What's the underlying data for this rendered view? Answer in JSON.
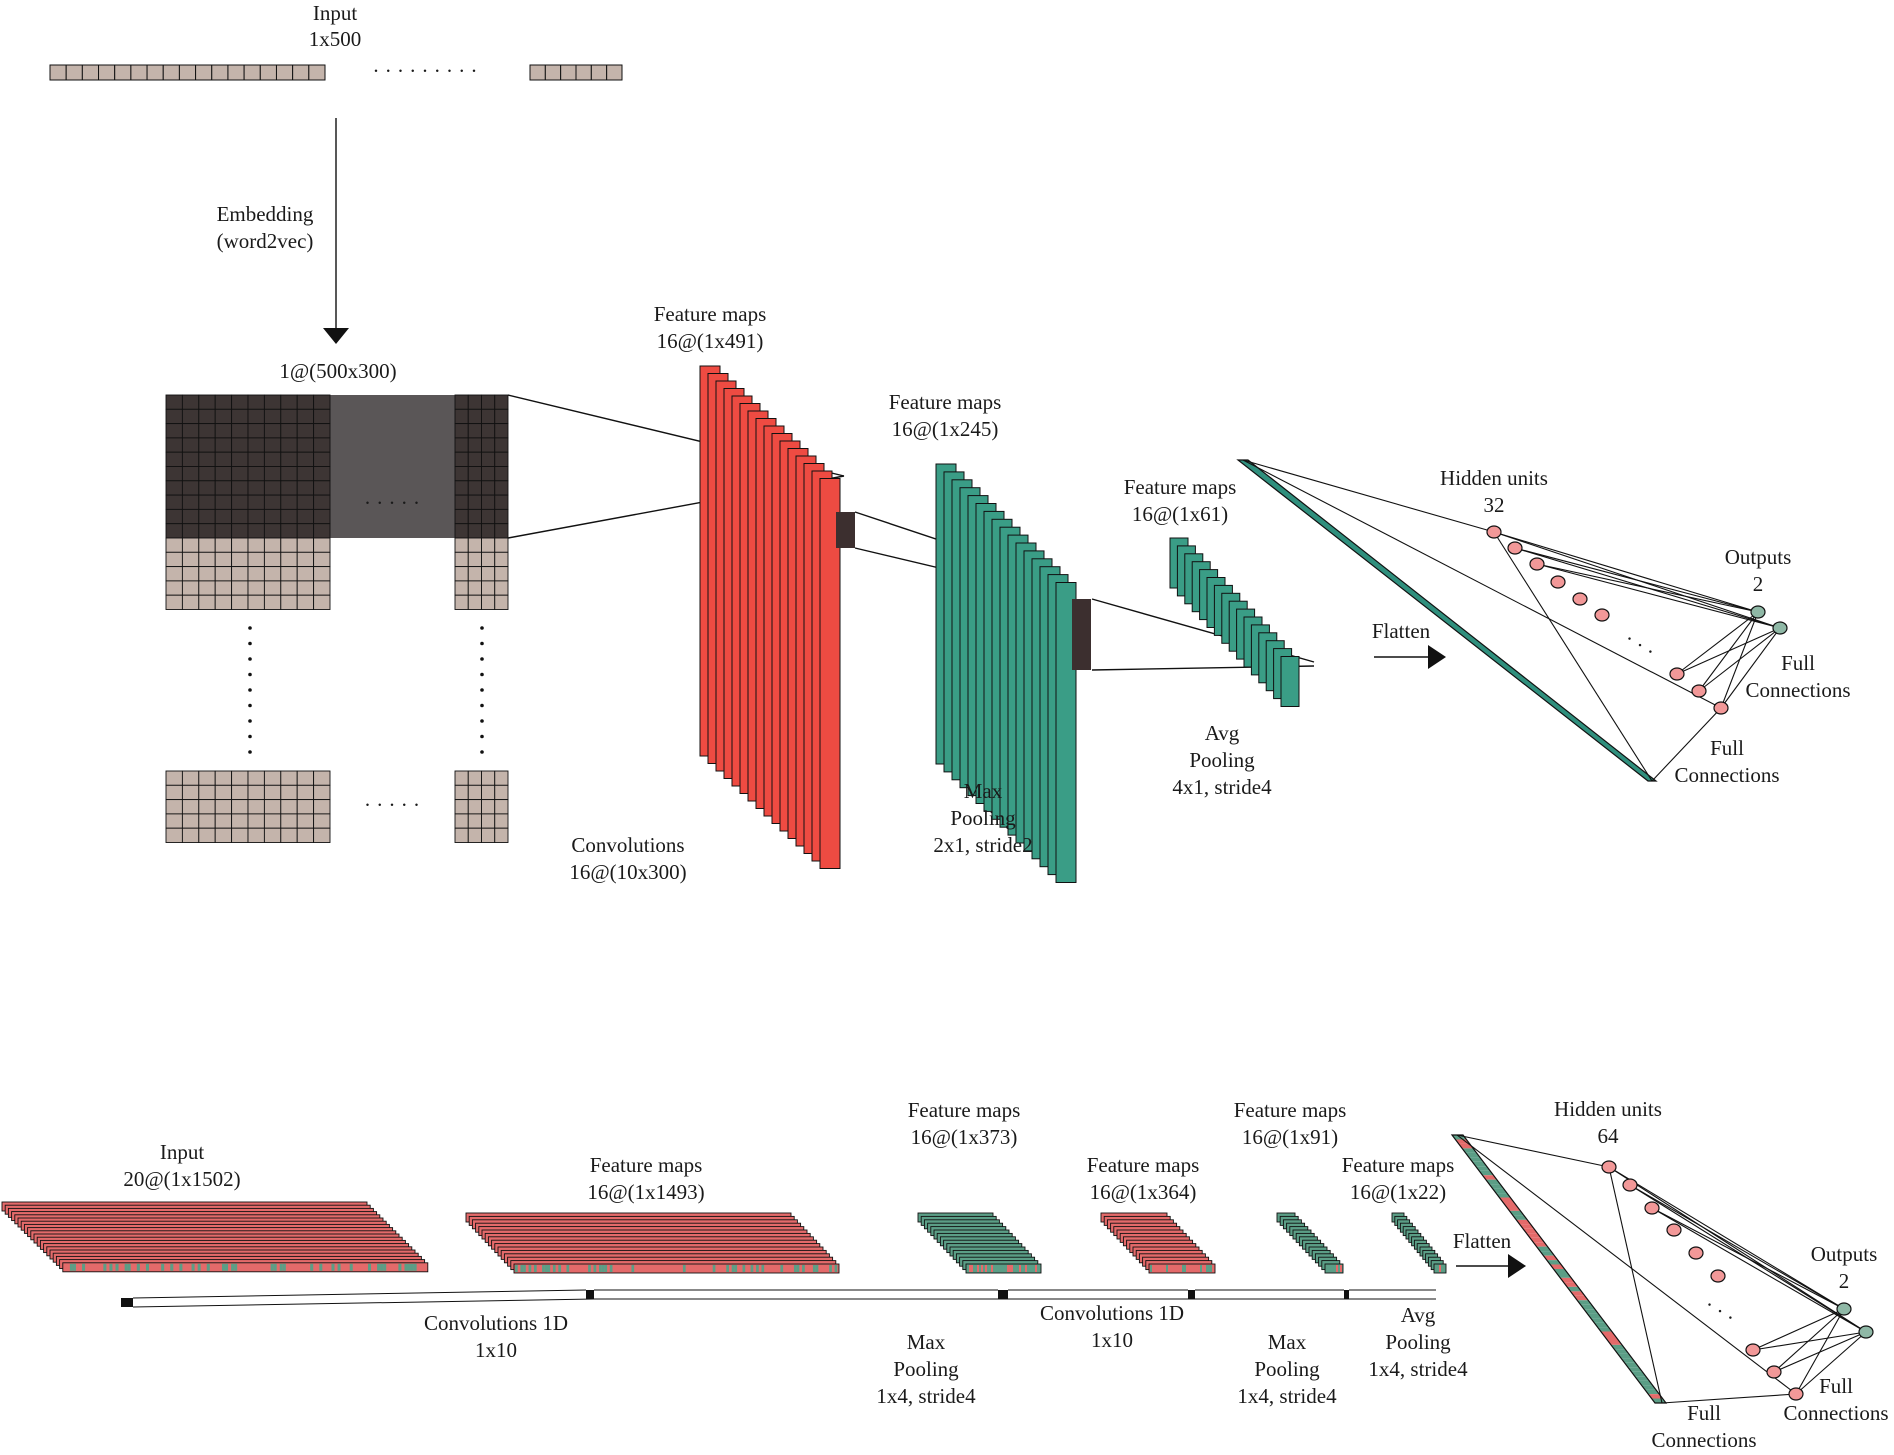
{
  "colors": {
    "embed_dark": "#3d3534",
    "embed_light": "#c4b4ab",
    "embed_gap": "#5a5657",
    "conv_red": "#ee4b42",
    "pool_teal": "#3a9d86",
    "flatten_teal": "#2f8f7d",
    "dna_green": "#5b9e86",
    "dna_red": "#e46a6a",
    "node_pink": "#f29898",
    "node_teal": "#8fb8a6",
    "window_dark": "#3c2f2f"
  },
  "top": {
    "input": {
      "title": "Input",
      "size": "1x500"
    },
    "dots": "· · · · · · · · ·",
    "embedding": {
      "line1": "Embedding",
      "line2": "(word2vec)"
    },
    "embed_matrix": {
      "label": "1@(500x300)",
      "dots_h": "· · · · ·"
    },
    "convolutions": {
      "line1": "Convolutions",
      "line2": "16@(10x300)"
    },
    "fmap1": {
      "line1": "Feature maps",
      "line2": "16@(1x491)"
    },
    "fmap2": {
      "line1": "Feature maps",
      "line2": "16@(1x245)"
    },
    "maxpool": {
      "line1": "Max",
      "line2": "Pooling",
      "line3": "2x1, stride2"
    },
    "fmap3": {
      "line1": "Feature maps",
      "line2": "16@(1x61)"
    },
    "avgpool": {
      "line1": "Avg",
      "line2": "Pooling",
      "line3": "4x1, stride4"
    },
    "flatten": "Flatten",
    "hidden": {
      "line1": "Hidden units",
      "line2": "32"
    },
    "outputs": {
      "line1": "Outputs",
      "line2": "2"
    },
    "full1": {
      "line1": "Full",
      "line2": "Connections"
    },
    "full2": {
      "line1": "Full",
      "line2": "Connections"
    },
    "ellipsis": "· · ·"
  },
  "bottom": {
    "input": {
      "line1": "Input",
      "line2": "20@(1x1502)"
    },
    "fmap1": {
      "line1": "Feature maps",
      "line2": "16@(1x1493)"
    },
    "conv1": {
      "line1": "Convolutions 1D",
      "line2": "1x10"
    },
    "fmap2": {
      "line1": "Feature maps",
      "line2": "16@(1x373)"
    },
    "maxpool1": {
      "line1": "Max",
      "line2": "Pooling",
      "line3": "1x4, stride4"
    },
    "fmap3": {
      "line1": "Feature maps",
      "line2": "16@(1x364)"
    },
    "conv2": {
      "line1": "Convolutions 1D",
      "line2": "1x10"
    },
    "fmap4": {
      "line1": "Feature maps",
      "line2": "16@(1x91)"
    },
    "maxpool2": {
      "line1": "Max",
      "line2": "Pooling",
      "line3": "1x4, stride4"
    },
    "fmap5": {
      "line1": "Feature maps",
      "line2": "16@(1x22)"
    },
    "avgpool": {
      "line1": "Avg",
      "line2": "Pooling",
      "line3": "1x4, stride4"
    },
    "flatten": "Flatten",
    "hidden": {
      "line1": "Hidden units",
      "line2": "64"
    },
    "outputs": {
      "line1": "Outputs",
      "line2": "2"
    },
    "full1": {
      "line1": "Full",
      "line2": "Connections"
    },
    "full2": {
      "line1": "Full",
      "line2": "Connections"
    },
    "ellipsis": "· · ·"
  }
}
